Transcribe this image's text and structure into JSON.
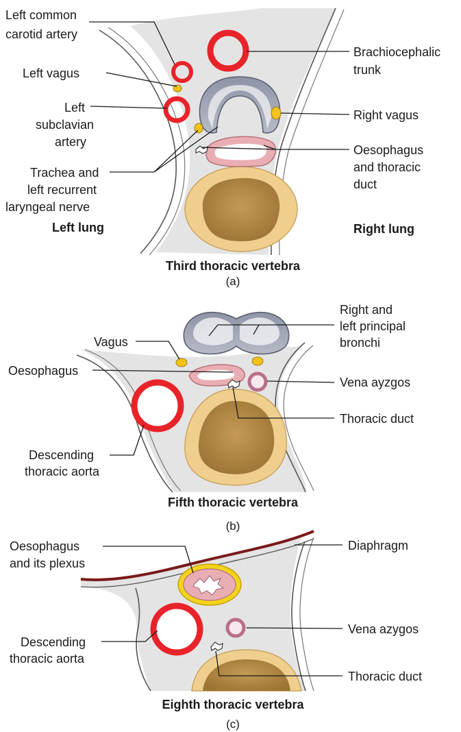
{
  "panel_a": {
    "labels": {
      "left_common_carotid_1": "Left common",
      "left_common_carotid_2": "carotid artery",
      "left_vagus": "Left vagus",
      "left_subclavian_1": "Left",
      "left_subclavian_2": "subclavian",
      "left_subclavian_3": "artery",
      "trachea_1": "Trachea and",
      "trachea_2": "left recurrent",
      "trachea_3": "laryngeal nerve",
      "left_lung": "Left lung",
      "brachiocephalic_1": "Brachiocephalic",
      "brachiocephalic_2": "trunk",
      "right_vagus": "Right vagus",
      "oesophagus_1": "Oesophagus",
      "oesophagus_2": "and thoracic",
      "oesophagus_3": "duct",
      "right_lung": "Right lung"
    },
    "title": "Third thoracic vertebra",
    "caption": "(a)"
  },
  "panel_b": {
    "labels": {
      "bronchi_1": "Right and",
      "bronchi_2": "left principal",
      "bronchi_3": "bronchi",
      "vagus": "Vagus",
      "oesophagus": "Oesophagus",
      "vena": "Vena ayzgos",
      "thoracic_duct": "Thoracic duct",
      "aorta_1": "Descending",
      "aorta_2": "thoracic aorta"
    },
    "title": "Fifth thoracic vertebra",
    "caption": "(b)"
  },
  "panel_c": {
    "labels": {
      "oesophagus_1": "Oesophagus",
      "oesophagus_2": "and its plexus",
      "diaphragm": "Diaphragm",
      "vena": "Vena azygos",
      "aorta_1": "Descending",
      "aorta_2": "thoracic aorta",
      "thoracic_duct": "Thoracic duct"
    },
    "title": "Eighth thoracic vertebra",
    "caption": "(c)"
  },
  "colors": {
    "artery": "#e8232a",
    "nerve": "#f2c21b",
    "vertebra_body": "#b48a44",
    "vertebra_rim": "#f0cf8e",
    "oesophagus": "#e9aeb4",
    "vein": "#b86f8a",
    "mediastinum": "#e2e2e2",
    "diaphragm": "#7a1a1a"
  }
}
